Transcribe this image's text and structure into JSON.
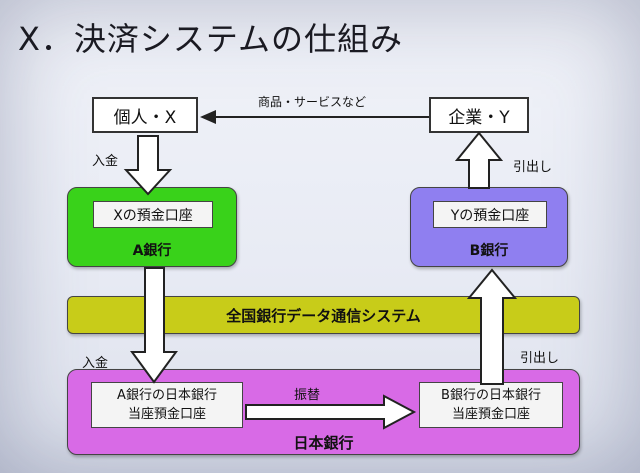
{
  "title": "X．決済システムの仕組み",
  "top": {
    "left_box": "個人・X",
    "right_box": "企業・Y",
    "flow_label": "商品・サービスなど"
  },
  "labels": {
    "deposit_top": "入金",
    "withdraw_top": "引出し",
    "deposit_bottom": "入金",
    "withdraw_bottom": "引出し",
    "transfer": "振替"
  },
  "bank_a": {
    "account": "Xの預金口座",
    "name": "A銀行"
  },
  "bank_b": {
    "account": "Yの預金口座",
    "name": "B銀行"
  },
  "network": {
    "name": "全国銀行データ通信システム"
  },
  "boj": {
    "name": "日本銀行",
    "account_a_line1": "A銀行の日本銀行",
    "account_a_line2": "当座預金口座",
    "account_b_line1": "B銀行の日本銀行",
    "account_b_line2": "当座預金口座"
  },
  "colors": {
    "bank_a": "#39d21a",
    "bank_b": "#8f7ff0",
    "network": "#c8cc19",
    "boj": "#d86ae6"
  }
}
